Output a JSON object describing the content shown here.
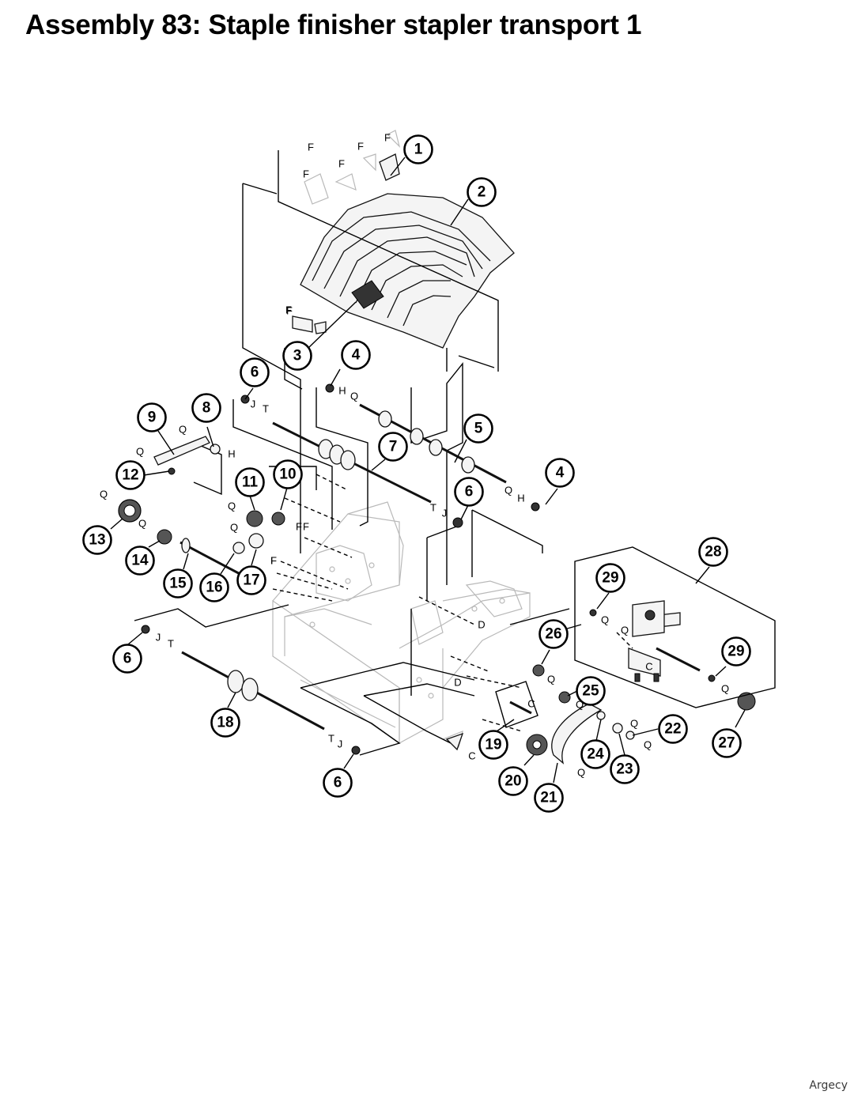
{
  "title": "Assembly 83: Staple finisher stapler transport 1",
  "watermark": "Argecy",
  "callouts": [
    {
      "id": "1"
    },
    {
      "id": "2"
    },
    {
      "id": "3"
    },
    {
      "id": "4"
    },
    {
      "id": "4"
    },
    {
      "id": "5"
    },
    {
      "id": "6"
    },
    {
      "id": "6"
    },
    {
      "id": "6"
    },
    {
      "id": "6"
    },
    {
      "id": "7"
    },
    {
      "id": "8"
    },
    {
      "id": "9"
    },
    {
      "id": "10"
    },
    {
      "id": "11"
    },
    {
      "id": "12"
    },
    {
      "id": "13"
    },
    {
      "id": "14"
    },
    {
      "id": "15"
    },
    {
      "id": "16"
    },
    {
      "id": "17"
    },
    {
      "id": "18"
    },
    {
      "id": "19"
    },
    {
      "id": "20"
    },
    {
      "id": "21"
    },
    {
      "id": "22"
    },
    {
      "id": "23"
    },
    {
      "id": "24"
    },
    {
      "id": "25"
    },
    {
      "id": "26"
    },
    {
      "id": "27"
    },
    {
      "id": "28"
    },
    {
      "id": "29"
    },
    {
      "id": "29"
    }
  ],
  "reference_letters": [
    "F",
    "F",
    "F",
    "F",
    "F",
    "F",
    "F",
    "F",
    "H",
    "Q",
    "J",
    "T",
    "Q",
    "Q",
    "H",
    "Q",
    "Q",
    "Q",
    "Q",
    "F",
    "F",
    "F",
    "J",
    "T",
    "T",
    "J",
    "Q",
    "H",
    "T",
    "J",
    "D",
    "D",
    "C",
    "C",
    "C",
    "Q",
    "Q",
    "Q",
    "Q",
    "Q",
    "Q",
    "Q",
    "Q"
  ]
}
